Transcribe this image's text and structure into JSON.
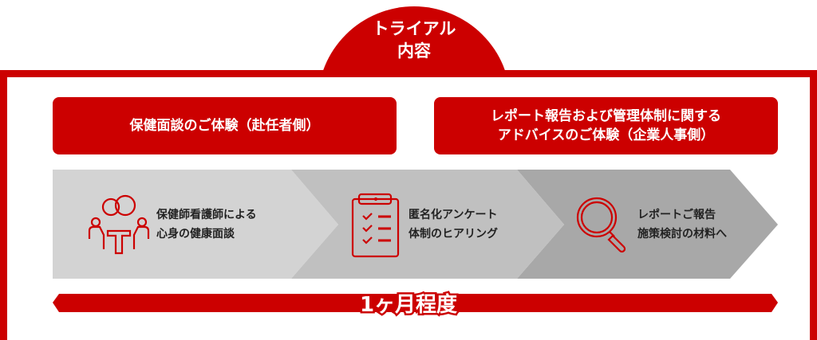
{
  "tab_title": [
    "トライアル",
    "内容"
  ],
  "boxes": [
    {
      "lines": [
        "保健面談のご体験（赴任者側）"
      ]
    },
    {
      "lines": [
        "レポート報告および管理体制に関する",
        "アドバイスのご体験（企業人事側）"
      ]
    }
  ],
  "steps": [
    {
      "icon": "meeting-people-icon",
      "lines": [
        "保健師看護師による",
        "心身の健康面談"
      ]
    },
    {
      "icon": "clipboard-checklist-icon",
      "lines": [
        "匿名化アンケート",
        "体制のヒアリング"
      ]
    },
    {
      "icon": "magnifier-icon",
      "lines": [
        "レポートご報告",
        "施策検討の材料へ"
      ]
    }
  ],
  "duration": "1ヶ月程度",
  "colors": {
    "accent": "#cc0000",
    "step1": "#d3d3d3",
    "step2": "#c0c0c0",
    "step3": "#a8a8a8"
  }
}
